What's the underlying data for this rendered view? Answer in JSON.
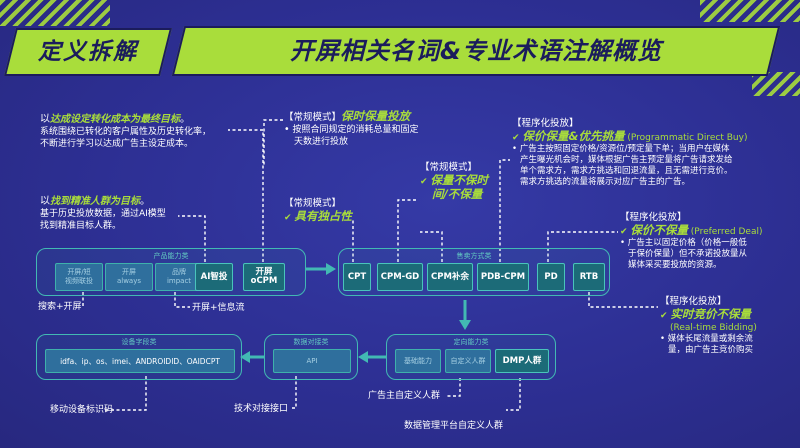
{
  "header": {
    "left_title": "定义拆解",
    "main_title": "开屏相关名词&专业术语注解概览"
  },
  "left_notes": {
    "note1_lead": "以",
    "note1_hl": "达成设定转化成本为最终目标",
    "note1_tail": "。",
    "note1_body1": "系统围绕已转化的客户属性及历史转化率，",
    "note1_body2": "不断进行学习以达成广告主设定成本。",
    "note2_lead": "以",
    "note2_hl": "找到精准人群为目标",
    "note2_tail": "。",
    "note2_body1": "基于历史投放数据，通过AI模型",
    "note2_body2": "找到精准目标人群。"
  },
  "cpt_note": {
    "tag": "【常规模式】",
    "title": "保时保量投放",
    "body1": "按照合同规定的消耗总量和固定",
    "body2": "天数进行投放"
  },
  "monopoly_note": {
    "tag": "【常规模式】",
    "title": "具有独占性"
  },
  "cpmgd_note": {
    "tag": "【常规模式】",
    "title1": "保量不保时",
    "title2": "间/不保量"
  },
  "pdb_note": {
    "tag": "【程序化投放】",
    "title": "保价保量&优先挑量",
    "en": "(Programmatic Direct Buy)",
    "body1": "广告主按照固定价格/资源位/预定量下单；当用户在媒体",
    "body2": "产生曝光机会时，媒体根据广告主预定量将广告请求发给",
    "body3": "单个需求方，需求方挑选和回退流量，且无需进行竞价。",
    "body4": "需求方挑选的流量将展示对应广告主的广告。"
  },
  "pd_note": {
    "tag": "【程序化投放】",
    "title": "保价不保量",
    "en": "(Preferred Deal)",
    "body1": "广告主以固定价格（价格一般低",
    "body2": "于保价保量）但不承诺投放量从",
    "body3": "媒体采买要投放的资源。"
  },
  "rtb_note": {
    "tag": "【程序化投放】",
    "title": "实时竞价不保量",
    "en": "(Real-time Bidding)",
    "body1": "媒体长尾流量或剩余流",
    "body2": "量，由广告主竞价购买"
  },
  "product_box": {
    "title": "产品能力类",
    "cells": [
      {
        "l1": "开屏/短",
        "l2": "视频联投"
      },
      {
        "l1": "开屏",
        "l2": "always"
      },
      {
        "l1": "品牌",
        "l2": "impact"
      },
      {
        "l1": "AI智投",
        "l2": ""
      },
      {
        "l1": "开屏",
        "l2": "oCPM"
      }
    ]
  },
  "sales_box": {
    "title": "售卖方式类",
    "cells": [
      "CPT",
      "CPM-GD",
      "CPM补余",
      "PDB-CPM",
      "PD",
      "RTB"
    ]
  },
  "targeting_box": {
    "title": "定向能力类",
    "cells": [
      "基础能力",
      "自定义人群",
      "DMP人群"
    ]
  },
  "api_box": {
    "title": "数据对接类",
    "cell": "API"
  },
  "device_box": {
    "title": "设备字段类",
    "cell": "idfa、ip、os、imei、ANDROIDID、OAIDCPT"
  },
  "bottom_labels": {
    "search": "搜索+开屏",
    "info_flow": "开屏+信息流",
    "device_id": "移动设备标识码",
    "api_label": "技术对接接口",
    "custom_crowd": "广告主自定义人群",
    "dmp_crowd": "数据管理平台自定义人群"
  },
  "icons": {
    "check": "checkmark-icon"
  }
}
